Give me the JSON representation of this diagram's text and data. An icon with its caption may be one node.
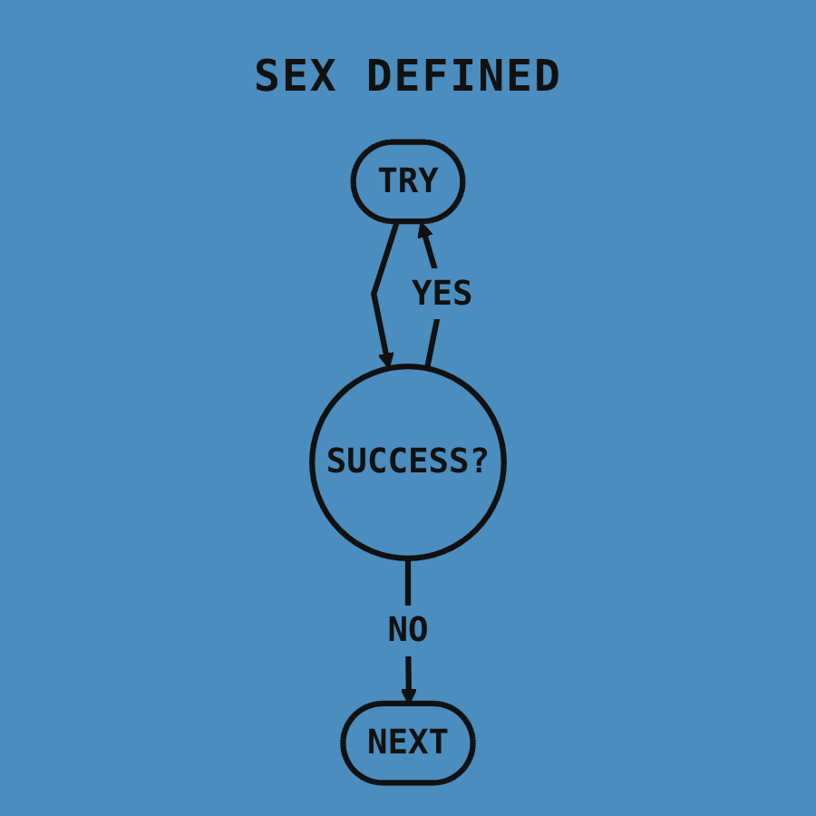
{
  "diagram": {
    "title": "SEX DEFINED",
    "nodes": [
      {
        "text": [
          "TRY"
        ]
      },
      {
        "text": [
          "SUCCESS?"
        ]
      },
      {
        "text": [
          "NEXT"
        ]
      }
    ],
    "edges": [
      {
        "from": 0,
        "to": 1,
        "arrow": "to"
      },
      {
        "from": 1,
        "to": 0,
        "arrow": "to",
        "label": "YES"
      },
      {
        "from": 1,
        "to": 2,
        "arrow": "to",
        "label": "NO"
      }
    ]
  }
}
